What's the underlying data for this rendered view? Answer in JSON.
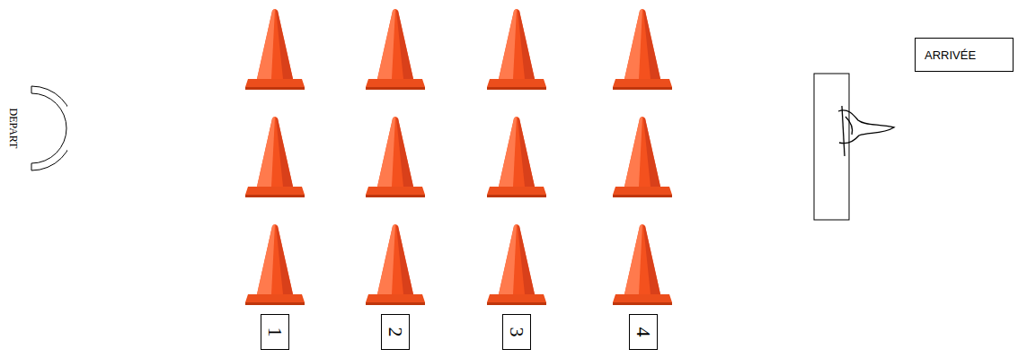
{
  "diagram": {
    "nodes": [
      {
        "text": [
          "DEPART"
        ]
      },
      {
        "text": [
          "1"
        ]
      },
      {
        "text": [
          "2"
        ]
      },
      {
        "text": [
          "3"
        ]
      },
      {
        "text": [
          "4"
        ]
      },
      {
        "text": [
          "ARRIVÉE"
        ]
      }
    ]
  }
}
